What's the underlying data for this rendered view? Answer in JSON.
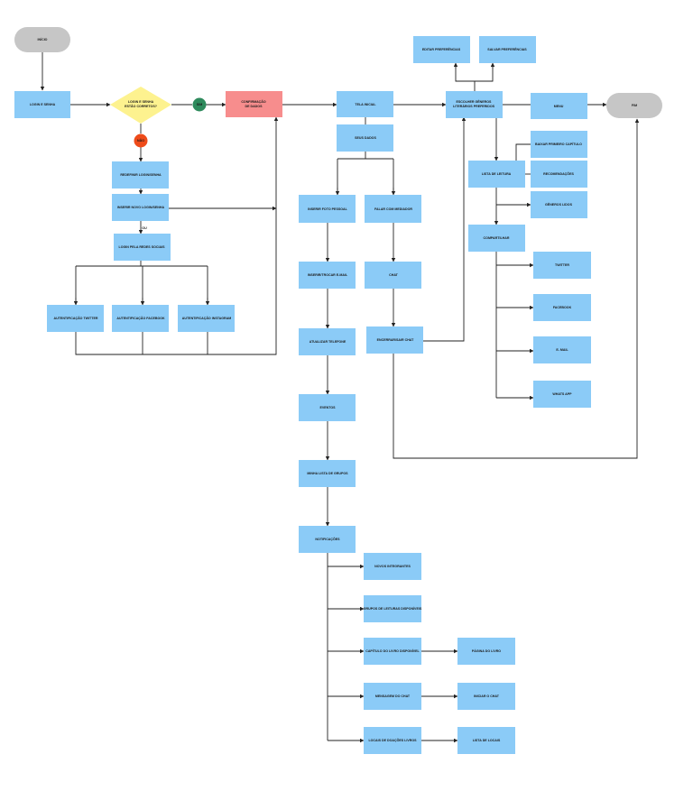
{
  "colors": {
    "process": "#8bcbf7",
    "terminal": "#c6c6c6",
    "decision": "#fdf28f",
    "highlight": "#f78d8d",
    "yes": "#2e8a5c",
    "no": "#ee4b1a",
    "line": "#222222"
  },
  "nodes": {
    "inicio": "INÍCIO",
    "login_senha": "LOGIN E SENHA",
    "decisao": [
      "LOGIN E SENHA",
      "ESTÃO CORRETOS?"
    ],
    "sim": "SIM",
    "nao": "NÃO",
    "confirmacao": [
      "CONFIRMAÇÃO",
      "DE DADOS"
    ],
    "redefinir": "REDEFINIR LOGIN/SENHA",
    "inserir_novo": "INSERIR NOVO LOGIN/SENHA",
    "ou": "OU",
    "login_redes": "LOGIN PELA REDES SOCIAIS",
    "auth_twitter": "AUTENTIFICAÇÃO TWITTER",
    "auth_facebook": "AUTENTIFICAÇÃO FACEBOOK",
    "auth_instagram": "AUTENTIFICAÇÃO INSTAGRAM",
    "tela_inicial": "TELA INICIAL",
    "seus_dados": "SEUS DADOS",
    "inserir_foto": "INSERIR FOTO PESSOAL",
    "falar_mediador": "FALAR COM MEDIADOR",
    "inserir_email": "INSERIR/TROCAR E-MAIL",
    "chat": "CHAT",
    "atualizar_telefone": "ATUALIZAR TELEFONE",
    "encerrar_chat": "ENCERRAR/SAIR CHAT",
    "eventos": "EVENTOS",
    "minha_lista": "MINHA LISTA DE GRUPOS",
    "notificacoes": "NOTIFICAÇÕES",
    "novos_integrantes": "NOVOS INTEGRANTES",
    "grupos_leitura": "GRUPOS DE LEITURAS DISPONÍVEIS",
    "capitulo_livro": "CAPÍTULO DO LIVRO DISPONÍVEL",
    "mensagem_chat": "MENSAGEM DO CHAT",
    "locais_doacoes": "LOCAIS DE DOAÇÕES LIVROS",
    "pagina_livro": "PÁGINA DO LIVRO",
    "iniciar_chat": "INICIAR O CHAT",
    "lista_locais": "LISTA DE LOCAIS",
    "editar_pref": "EDITAR PREFERÊNCIAS",
    "salvar_pref": "SALVAR PREFERÊNCIAS",
    "escolher_generos": [
      "ESCOLHER GÊNEROS",
      "LITERÁRIOS PREFERIDOS"
    ],
    "menu": "MENU",
    "fim": "FIM",
    "baixar_capitulo": "BAIXAR PRIMEIRO CAPÍTULO",
    "lista_leitura": "LISTA DE LEITURA",
    "recomendacoes": "RECOMENDAÇÕES",
    "generos_lidos": "GÊNEROS LIDOS",
    "compartilhar": "COMPARTILHAR",
    "twitter": "TWITTER",
    "facebook": "FACEBOOK",
    "email": "E- MAIL",
    "whatsapp": "WHATS APP"
  }
}
